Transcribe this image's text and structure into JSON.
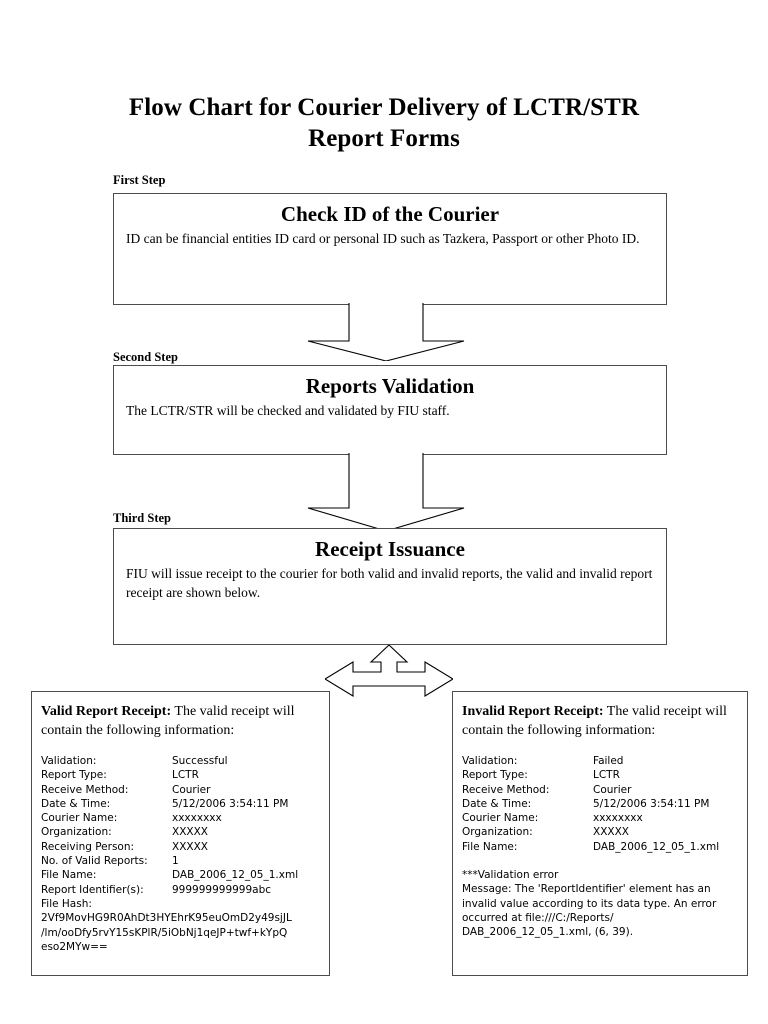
{
  "document": {
    "title": "Flow Chart for Courier Delivery of LCTR/STR Report Forms"
  },
  "steps": [
    {
      "label": "First Step",
      "heading": "Check ID of the Courier",
      "body": "ID can be financial entities ID card or personal ID such as Tazkera, Passport or other Photo ID."
    },
    {
      "label": "Second Step",
      "heading": "Reports Validation",
      "body": "The LCTR/STR will be checked and validated by FIU staff."
    },
    {
      "label": "Third Step",
      "heading": "Receipt Issuance",
      "body": "FIU will issue receipt to the courier for both valid and invalid reports, the valid and invalid report receipt are shown below."
    }
  ],
  "connectors": [
    {
      "name": "down-arrow-step1-to-step2",
      "direction": "down"
    },
    {
      "name": "down-arrow-step2-to-step3",
      "direction": "down"
    },
    {
      "name": "split-arrow-step3-to-receipts",
      "direction": "up-left-right"
    }
  ],
  "receipts": {
    "valid": {
      "title": "Valid Report Receipt:",
      "intro": " The valid receipt will contain the following information:",
      "fields": [
        {
          "key": "Validation:",
          "value": "Successful"
        },
        {
          "key": "Report Type:",
          "value": "LCTR"
        },
        {
          "key": "Receive Method:",
          "value": "Courier"
        },
        {
          "key": "Date & Time:",
          "value": "5/12/2006 3:54:11 PM"
        },
        {
          "key": "Courier Name:",
          "value": "xxxxxxxx"
        },
        {
          "key": "Organization:",
          "value": "XXXXX"
        },
        {
          "key": "Receiving Person:",
          "value": "XXXXX"
        },
        {
          "key": "No. of Valid Reports:",
          "value": "1"
        },
        {
          "key": "File Name:",
          "value": "DAB_2006_12_05_1.xml"
        },
        {
          "key": "Report Identifier(s):",
          "value": "999999999999abc"
        }
      ],
      "hash_label": "File Hash:",
      "hash_lines": [
        "2Vf9MovHG9R0AhDt3HYEhrK95euOmD2y49sjJL",
        "/lm/ooDfy5rvY15sKPlR/5iObNj1qeJP+twf+kYpQ",
        "eso2MYw=="
      ]
    },
    "invalid": {
      "title": "Invalid Report Receipt:",
      "intro": " The valid receipt will contain the following information:",
      "fields": [
        {
          "key": "Validation:",
          "value": "Failed"
        },
        {
          "key": "Report Type:",
          "value": "LCTR"
        },
        {
          "key": "Receive Method:",
          "value": "Courier"
        },
        {
          "key": "Date & Time:",
          "value": "5/12/2006 3:54:11 PM"
        },
        {
          "key": "Courier Name:",
          "value": "xxxxxxxx"
        },
        {
          "key": "Organization:",
          "value": "XXXXX"
        },
        {
          "key": "File Name:",
          "value": "DAB_2006_12_05_1.xml"
        }
      ],
      "error_title": "***Validation error",
      "error_message": "Message: The 'ReportIdentifier' element has an invalid value according to its data type. An error occurred at file:///C:/Reports/ DAB_2006_12_05_1.xml, (6, 39)."
    }
  },
  "colors": {
    "page_background": "#ffffff",
    "text": "#000000",
    "box_border": "#4c4c4c",
    "arrow_stroke": "#000000"
  }
}
